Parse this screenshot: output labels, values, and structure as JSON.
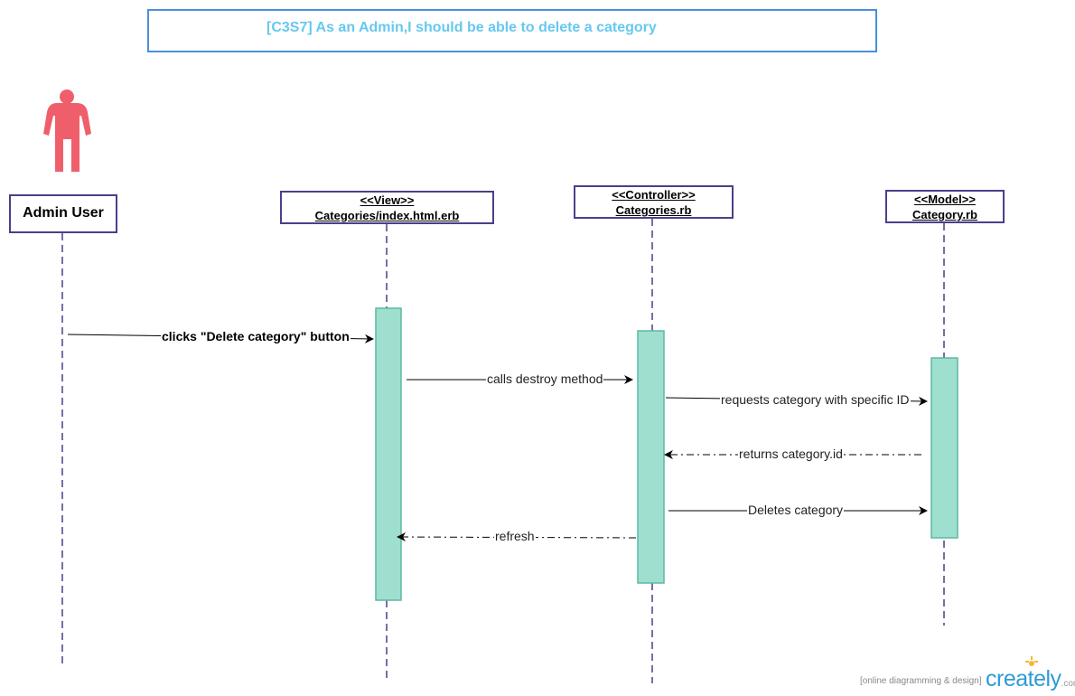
{
  "title": "[C3S7] As an Admin,I should be able to delete a category",
  "actor": {
    "icon": "person-icon",
    "label": "Admin User",
    "color": "#ef5f6b"
  },
  "lifelines": [
    {
      "stereotype": "<<View>>",
      "name": "Categories/index.html.erb"
    },
    {
      "stereotype": "<<Controller>>",
      "name": "Categories.rb"
    },
    {
      "stereotype": "<<Model>>",
      "name": "Category.rb"
    }
  ],
  "messages": [
    {
      "label": "clicks \"Delete category\" button",
      "kind": "sync"
    },
    {
      "label": "calls destroy method",
      "kind": "sync"
    },
    {
      "label": "requests category with specific ID",
      "kind": "sync"
    },
    {
      "label": "returns category.id",
      "kind": "return"
    },
    {
      "label": "Deletes category",
      "kind": "sync"
    },
    {
      "label": "refresh",
      "kind": "return"
    }
  ],
  "colors": {
    "lifeline": "#4b3f8a",
    "activation_fill": "#9fdfd0",
    "activation_stroke": "#5cb8a4",
    "title_border": "#4a90d9",
    "title_text": "#66c8f0"
  },
  "footer": {
    "tagline": "[online diagramming & design]",
    "brand": "creately",
    "brand_suffix": ".com"
  }
}
